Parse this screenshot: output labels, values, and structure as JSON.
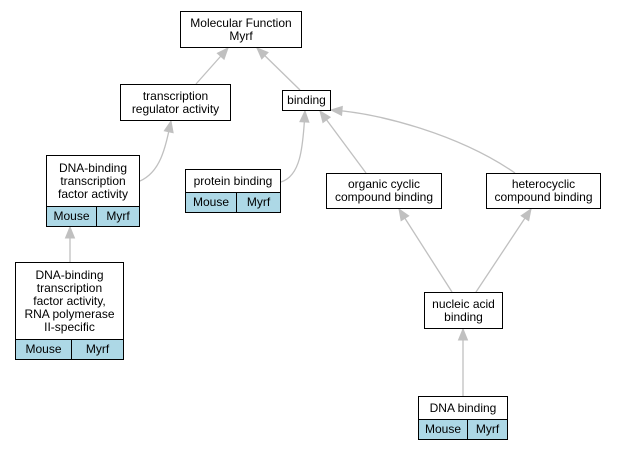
{
  "colors": {
    "edge": "#c0c0c0",
    "node_border": "#000000",
    "node_fill": "#ffffff",
    "annotation_fill": "#add8e6"
  },
  "nodes": {
    "molecular_function": {
      "label": "Molecular Function\nMyrf"
    },
    "transcription_regulator_activity": {
      "label": "transcription\nregulator activity"
    },
    "binding": {
      "label": "binding"
    },
    "dna_binding_tf_activity": {
      "label": "DNA-binding\ntranscription\nfactor activity",
      "species": "Mouse",
      "gene": "Myrf"
    },
    "protein_binding": {
      "label": "protein binding",
      "species": "Mouse",
      "gene": "Myrf"
    },
    "organic_cyclic_compound_binding": {
      "label": "organic cyclic\ncompound binding"
    },
    "heterocyclic_compound_binding": {
      "label": "heterocyclic\ncompound binding"
    },
    "dna_binding_tf_activity_pol2": {
      "label": "DNA-binding\ntranscription\nfactor activity,\nRNA polymerase\nII-specific",
      "species": "Mouse",
      "gene": "Myrf"
    },
    "nucleic_acid_binding": {
      "label": "nucleic acid\nbinding"
    },
    "dna_binding": {
      "label": "DNA binding",
      "species": "Mouse",
      "gene": "Myrf"
    }
  },
  "edges": [
    {
      "from": "transcription_regulator_activity",
      "to": "molecular_function"
    },
    {
      "from": "binding",
      "to": "molecular_function"
    },
    {
      "from": "dna_binding_tf_activity",
      "to": "transcription_regulator_activity"
    },
    {
      "from": "protein_binding",
      "to": "binding"
    },
    {
      "from": "organic_cyclic_compound_binding",
      "to": "binding"
    },
    {
      "from": "heterocyclic_compound_binding",
      "to": "binding"
    },
    {
      "from": "dna_binding_tf_activity_pol2",
      "to": "dna_binding_tf_activity"
    },
    {
      "from": "nucleic_acid_binding",
      "to": "organic_cyclic_compound_binding"
    },
    {
      "from": "nucleic_acid_binding",
      "to": "heterocyclic_compound_binding"
    },
    {
      "from": "dna_binding",
      "to": "nucleic_acid_binding"
    }
  ]
}
